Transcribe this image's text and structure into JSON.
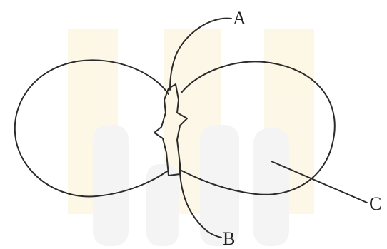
{
  "diagram": {
    "labels": {
      "a": "A",
      "b": "B",
      "c": "C"
    }
  }
}
